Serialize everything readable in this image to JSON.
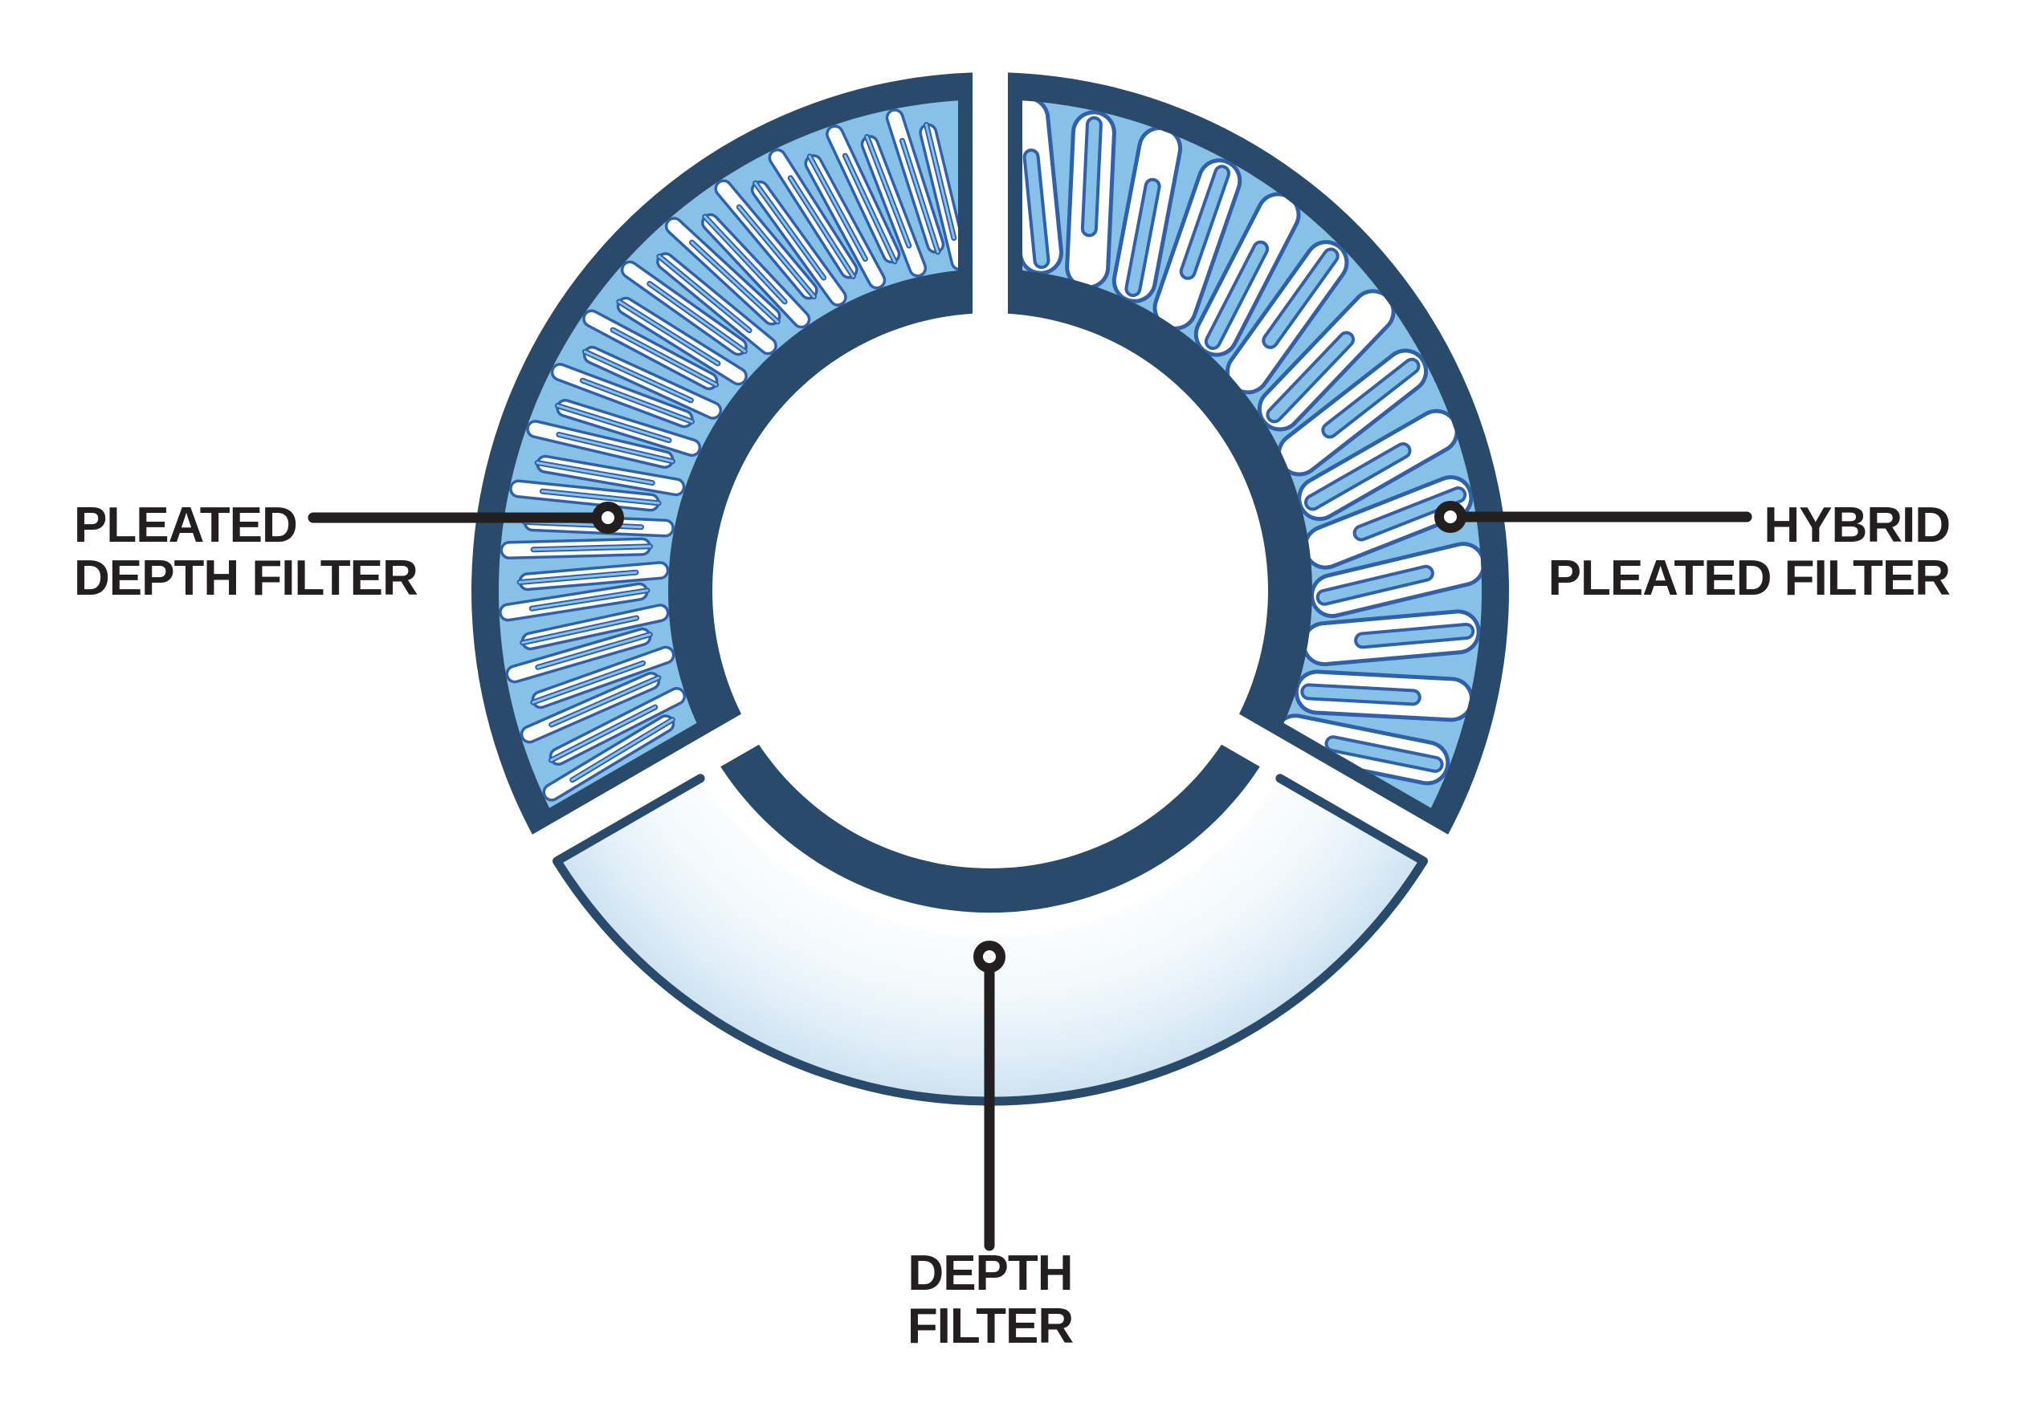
{
  "diagram": {
    "type": "filter-ring-cross-section",
    "description": "Donut diagram of a cylindrical filter cartridge cross-section split into three media segments"
  },
  "labels": {
    "pleated_depth": {
      "lines": [
        "PLEATED",
        "DEPTH FILTER"
      ]
    },
    "hybrid_pleated": {
      "lines": [
        "HYBRID",
        "PLEATED FILTER"
      ]
    },
    "depth": {
      "lines": [
        "DEPTH",
        "FILTER"
      ]
    }
  },
  "segments": {
    "pleated_depth": {
      "name": "Pleated Depth Filter",
      "pattern": "dense-serpentine-pleats",
      "pleat_count": 30
    },
    "hybrid_pleated": {
      "name": "Hybrid Pleated Filter",
      "pattern": "wide-serpentine-pleats",
      "pleat_count": 14
    },
    "depth": {
      "name": "Depth Filter",
      "pattern": "smooth-gradient-media"
    }
  },
  "colors": {
    "navy": "#294A6B",
    "media_blue": "#87C1E7",
    "pleat_outline": "#3060A8",
    "pleat_white": "#FFFFFF",
    "depth_gradient_inner": "#FFFFFF",
    "depth_gradient_mid": "#E6F1F9",
    "depth_gradient_outer": "#CBE1F1",
    "callout": "#231F20",
    "background": "#FFFFFF"
  }
}
